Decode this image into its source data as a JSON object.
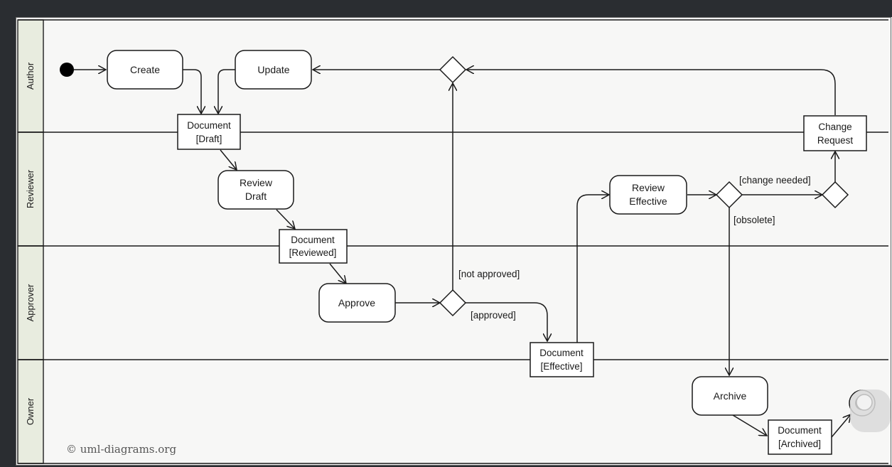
{
  "lanes": [
    "Author",
    "Reviewer",
    "Approver",
    "Owner"
  ],
  "actions": {
    "create": "Create",
    "update": "Update",
    "review_draft": [
      "Review",
      "Draft"
    ],
    "approve": "Approve",
    "review_effective": [
      "Review",
      "Effective"
    ],
    "archive": "Archive"
  },
  "objects": {
    "document_draft": [
      "Document",
      "[Draft]"
    ],
    "document_reviewed": [
      "Document",
      "[Reviewed]"
    ],
    "document_effective": [
      "Document",
      "[Effective]"
    ],
    "document_archived": [
      "Document",
      "[Archived]"
    ],
    "change_request": [
      "Change",
      "Request"
    ]
  },
  "guards": {
    "not_approved": "[not approved]",
    "approved": "[approved]",
    "change_needed": "[change needed]",
    "obsolete": "[obsolete]"
  },
  "copyright": "© uml-diagrams.org"
}
